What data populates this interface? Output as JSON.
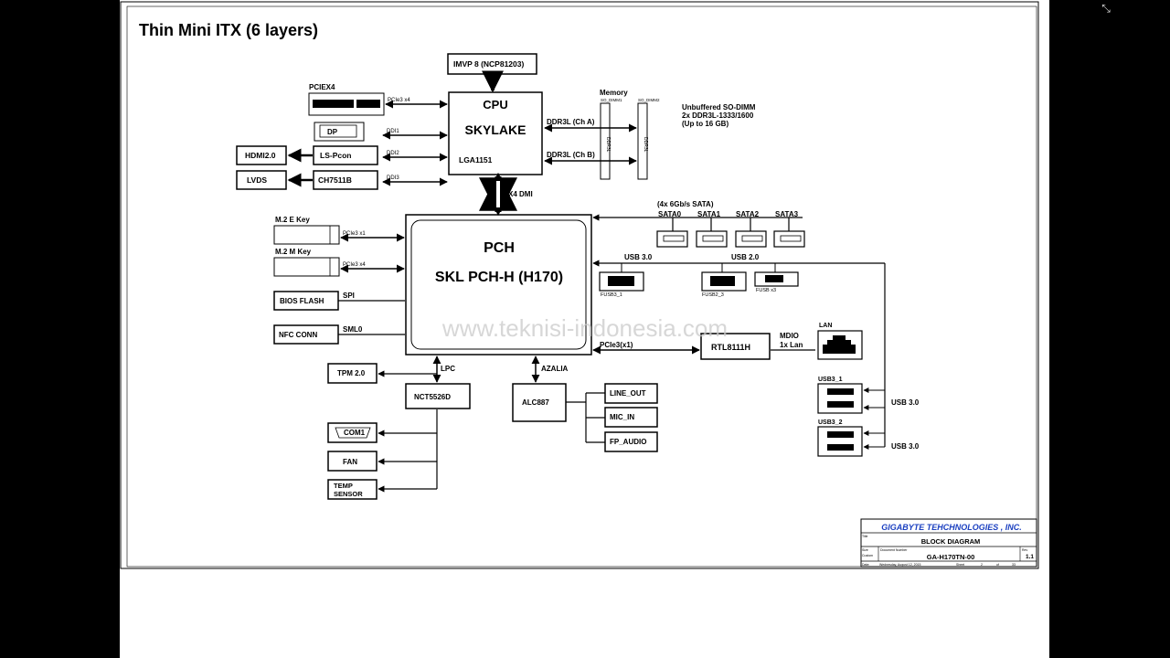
{
  "title": "Thin Mini ITX (6 layers)",
  "watermark": "www.teknisi-indonesia.com",
  "exit_icon": "collapse-fullscreen-icon",
  "cpu": {
    "name": "CPU",
    "chip": "SKYLAKE",
    "socket": "LGA1151"
  },
  "vr": "IMVP 8 (NCP81203)",
  "pciex4": {
    "label": "PCIEX4",
    "link": "PCIe3 x4"
  },
  "display": {
    "dp": "DP",
    "ls_pcon": "LS-Pcon",
    "ch7511b": "CH7511B",
    "hdmi": "HDMI2.0",
    "lvds": "LVDS",
    "ddi1": "DDI1",
    "ddi2": "DDI2",
    "ddi3": "DDI3"
  },
  "memory": {
    "heading": "Memory",
    "dimm1": "SO_DIMM1",
    "dimm2": "SO_DIMM2",
    "ddr3l": "DDR3L",
    "ch_a": "DDR3L (Ch A)",
    "ch_b": "DDR3L (Ch B)",
    "note1": "Unbuffered SO-DIMM",
    "note2": "2x DDR3L-1333/1600",
    "note3": "(Up to 16 GB)"
  },
  "dmi": "X4 DMI",
  "pch": {
    "name": "PCH",
    "chip": "SKL PCH-H (H170)"
  },
  "m2": {
    "e_key": "M.2 E Key",
    "e_link": "PCIe3 x1",
    "m_key": "M.2 M Key",
    "m_link": "PCIe3 x4"
  },
  "bios": {
    "label": "BIOS  FLASH",
    "bus": "SPI"
  },
  "nfc": {
    "label": "NFC CONN",
    "bus": "SML0"
  },
  "sata": {
    "heading": "(4x 6Gb/s SATA)",
    "ports": [
      "SATA0",
      "SATA1",
      "SATA2",
      "SATA3"
    ]
  },
  "usb": {
    "usb30": "USB 3.0",
    "usb20": "USB 2.0",
    "fusb3_1": "FUSB3_1",
    "fusb2_3": "FUSB2_3",
    "fusb_x3": "FUSB x3",
    "usb3_1": "USB3_1",
    "usb3_2": "USB3_2",
    "rear1": "USB 3.0",
    "rear2": "USB 3.0"
  },
  "lan": {
    "link": "PCIe3(x1)",
    "chip": "RTL8111H",
    "mdio": "MDIO",
    "lane": "1x Lan",
    "port": "LAN"
  },
  "lpc": "LPC",
  "azalia": "AZALIA",
  "superio": "NCT5526D",
  "tpm": "TPM 2.0",
  "com": "COM1",
  "fan": "FAN",
  "temp": {
    "line1": "TEMP",
    "line2": "SENSOR"
  },
  "codec": "ALC887",
  "audio": [
    "LINE_OUT",
    "MIC_IN",
    "FP_AUDIO"
  ],
  "titleblock": {
    "company": "GIGABYTE TEHCHNOLOGIES , INC.",
    "title_label": "Title",
    "title": "BLOCK DIAGRAM",
    "size_label": "Size",
    "custom_label": "Custom",
    "docnum_label": "Document Number",
    "docnum": "GA-H170TN-00",
    "rev_label": "Rev",
    "rev": "1.1",
    "date_label": "Date:",
    "date": "Wednesday, August 12, 2015",
    "sheet_label": "Sheet",
    "sheet": "2",
    "of_label": "of",
    "sheets": "33"
  }
}
